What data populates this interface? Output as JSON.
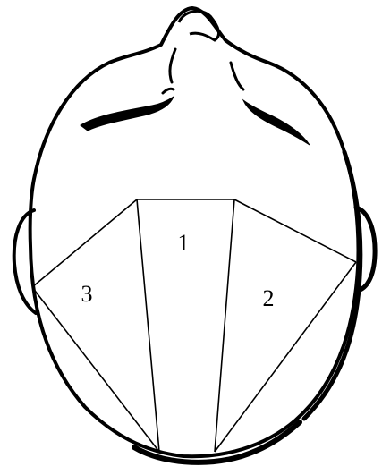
{
  "diagram": {
    "zones": [
      {
        "id": "zone-1",
        "label": "1"
      },
      {
        "id": "zone-2",
        "label": "2"
      },
      {
        "id": "zone-3",
        "label": "3"
      }
    ]
  },
  "colors": {
    "ink": "#000000",
    "background": "#ffffff"
  }
}
